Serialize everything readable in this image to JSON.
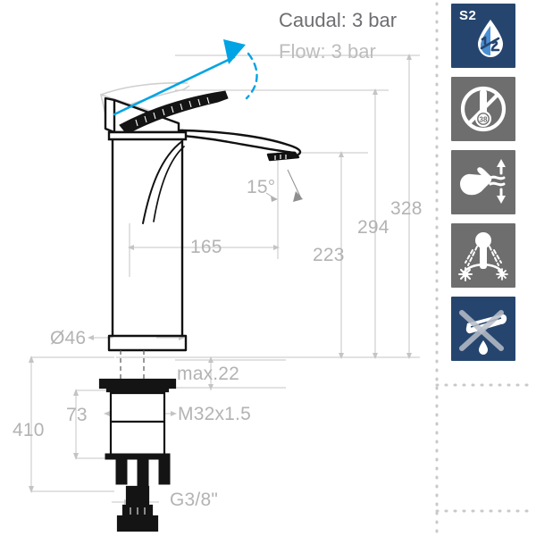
{
  "document": {
    "type": "technical-drawing",
    "subject": "single-lever-basin-mixer-tall"
  },
  "annotations": {
    "caudal": "Caudal: 3 bar",
    "flow": "Flow: 3 bar"
  },
  "dimensions": {
    "spout_reach": "165",
    "aerator_angle": "15°",
    "height_to_spout": "223",
    "height_to_body_top": "294",
    "total_height": "328",
    "base_diameter": "Ø46",
    "max_deck_thickness": "max.22",
    "thread_length": "73",
    "overall_with_hoses": "410",
    "mounting_thread": "M32x1.5",
    "supply_thread": "G3/8\""
  },
  "icons": [
    {
      "name": "eco-half-flow-icon",
      "label": "S2",
      "fraction": "1/2",
      "background": "#26456e",
      "theme": "navy"
    },
    {
      "name": "no-temperature-limit-38-icon",
      "label": "38",
      "background": "#6e6e6e",
      "theme": "gray"
    },
    {
      "name": "hand-lever-up-down-icon",
      "background": "#6e6e6e",
      "theme": "gray"
    },
    {
      "name": "hot-cold-mixing-lever-icon",
      "background": "#6e6e6e",
      "theme": "gray"
    },
    {
      "name": "no-drip-faucet-icon",
      "background": "#26456e",
      "theme": "navy"
    }
  ],
  "colors": {
    "navy": "#26456e",
    "gray": "#6e6e6e",
    "dimension_text": "#b3b3b3",
    "caudal_text": "#6e6e72",
    "flow_text": "#bdbdbd",
    "accent_blue": "#00a4e4",
    "line_black": "#1a1a1a",
    "dotted_border": "#c9c9c9"
  }
}
